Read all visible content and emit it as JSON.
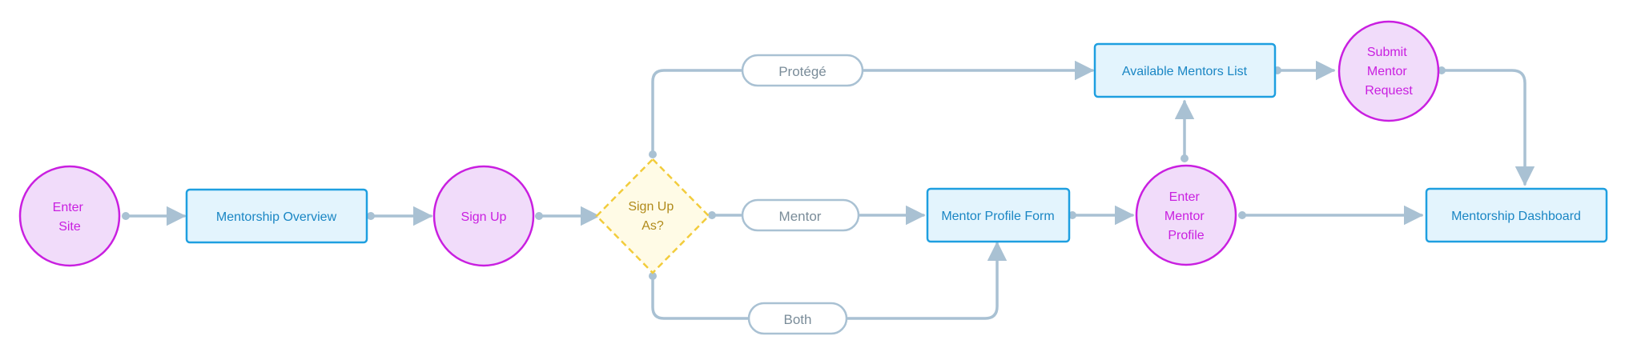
{
  "colors": {
    "edge": "#a9c1d3",
    "circle_fill": "#f1dcfa",
    "circle_stroke": "#c91fe0",
    "circle_text": "#c91fe0",
    "rect_fill": "#e3f4fd",
    "rect_stroke": "#1e9fe0",
    "rect_text": "#1a86c4",
    "diamond_fill": "#fffbe6",
    "diamond_stroke": "#f2cc3c",
    "diamond_text": "#b08a1a",
    "edge_label_stroke": "#a9c1d3",
    "edge_label_text": "#7a8c99"
  },
  "nodes": {
    "enter_site": {
      "lines": [
        "Enter",
        "Site"
      ]
    },
    "mentorship_overview": {
      "label": "Mentorship Overview"
    },
    "sign_up": {
      "label": "Sign Up"
    },
    "sign_up_as": {
      "lines": [
        "Sign Up",
        "As?"
      ]
    },
    "mentor_profile_form": {
      "label": "Mentor Profile Form"
    },
    "enter_mentor_profile": {
      "lines": [
        "Enter",
        "Mentor",
        "Profile"
      ]
    },
    "available_mentors_list": {
      "label": "Available Mentors List"
    },
    "submit_mentor_request": {
      "lines": [
        "Submit",
        "Mentor",
        "Request"
      ]
    },
    "mentorship_dashboard": {
      "label": "Mentorship Dashboard"
    }
  },
  "edge_labels": {
    "protege": "Protégé",
    "mentor": "Mentor",
    "both": "Both"
  }
}
